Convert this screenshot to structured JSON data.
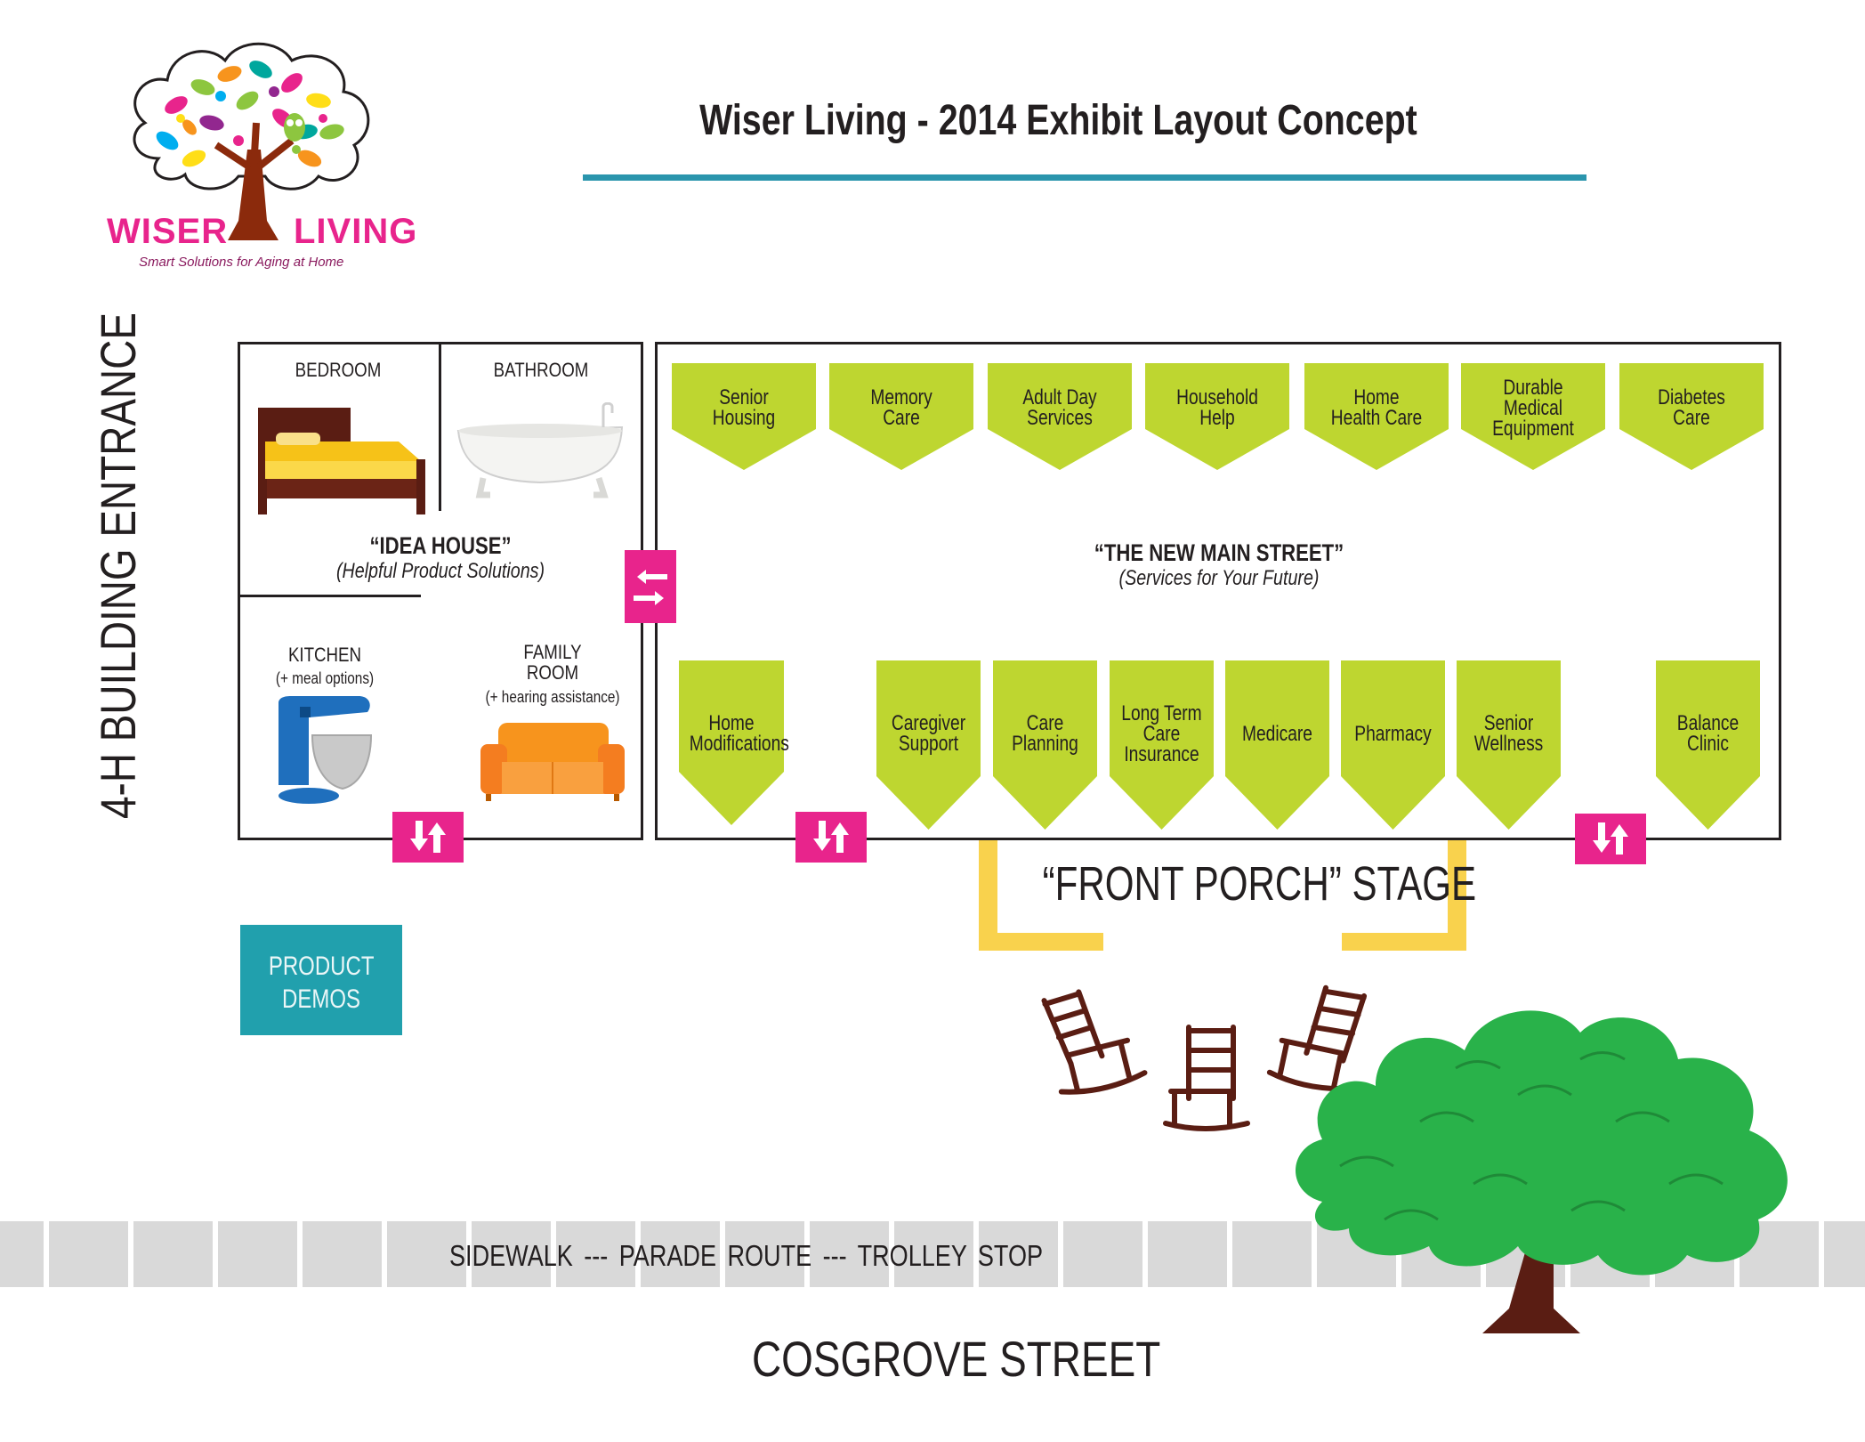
{
  "logo": {
    "name_left": "WISER",
    "name_right": "LIVING",
    "tagline": "Smart Solutions for Aging at Home"
  },
  "header": {
    "title": "Wiser Living - 2014 Exhibit Layout Concept"
  },
  "entrance_label": "4-H BUILDING ENTRANCE",
  "idea_house": {
    "title": "“IDEA HOUSE”",
    "subtitle": "(Helpful Product Solutions)",
    "rooms": [
      {
        "name": "BEDROOM",
        "note": ""
      },
      {
        "name": "BATHROOM",
        "note": ""
      },
      {
        "name": "KITCHEN",
        "note": "(+ meal options)"
      },
      {
        "name_lines": [
          "FAMILY",
          "ROOM"
        ],
        "note": "(+ hearing assistance)"
      }
    ]
  },
  "main_street": {
    "title": "“THE NEW MAIN STREET”",
    "subtitle": "(Services for Your Future)",
    "top_booths": [
      [
        "Senior",
        "Housing"
      ],
      [
        "Memory",
        "Care"
      ],
      [
        "Adult Day",
        "Services"
      ],
      [
        "Household",
        "Help"
      ],
      [
        "Home",
        "Health Care"
      ],
      [
        "Durable",
        "Medical",
        "Equipment"
      ],
      [
        "Diabetes",
        "Care"
      ]
    ],
    "bottom_booths": [
      [
        "Home",
        "Modifications"
      ],
      [
        "Caregiver",
        "Support"
      ],
      [
        "Care",
        "Planning"
      ],
      [
        "Long Term",
        "Care",
        "Insurance"
      ],
      [
        "Medicare"
      ],
      [
        "Pharmacy"
      ],
      [
        "Senior",
        "Wellness"
      ],
      [
        "Balance",
        "Clinic"
      ]
    ]
  },
  "product_demos": [
    "PRODUCT",
    "DEMOS"
  ],
  "stage_label": "“FRONT PORCH” STAGE",
  "sidewalk": {
    "label": "SIDEWALK    ---    PARADE ROUTE    ---    TROLLEY STOP"
  },
  "street_label": "COSGROVE STREET",
  "colors": {
    "booth_green": "#bed630",
    "door_pink": "#e8248c",
    "demos_teal": "#21a0ad",
    "porch_yellow": "#f9d24d",
    "title_rule": "#2a95ad",
    "tree_green": "#29b24a",
    "tree_trunk": "#5a1d13",
    "sidewalk_gray": "#d9d9d9"
  },
  "icons": [
    "tree-logo-icon",
    "bed-icon",
    "bathtub-icon",
    "stand-mixer-icon",
    "sofa-icon",
    "rocking-chair-icon",
    "tree-icon",
    "two-way-arrow-icon"
  ]
}
